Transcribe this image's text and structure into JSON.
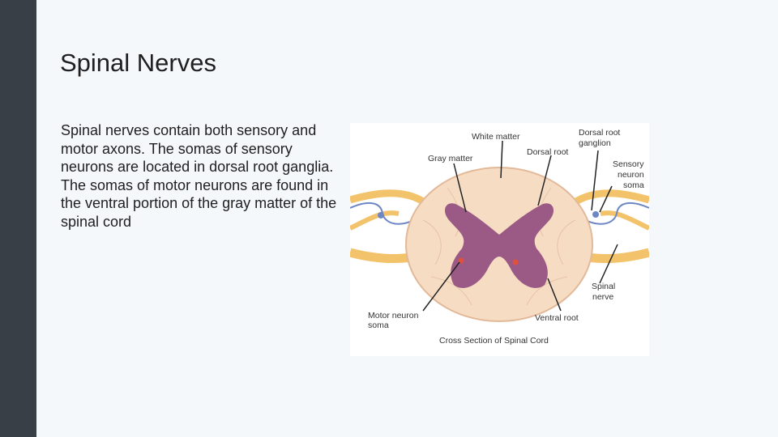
{
  "slide": {
    "title": "Spinal Nerves",
    "body": "Spinal nerves contain both sensory and motor axons. The somas of sensory neurons are located in dorsal root ganglia. The somas of motor neurons are found in the ventral portion of the gray matter of the spinal cord"
  },
  "diagram": {
    "labels": {
      "white_matter": "White matter",
      "gray_matter": "Gray matter",
      "dorsal_root": "Dorsal root",
      "dorsal_root_ganglion_1": "Dorsal root",
      "dorsal_root_ganglion_2": "ganglion",
      "sensory_1": "Sensory",
      "sensory_2": "neuron",
      "sensory_3": "soma",
      "spinal_nerve_1": "Spinal",
      "spinal_nerve_2": "nerve",
      "ventral_root": "Ventral root",
      "motor_1": "Motor neuron",
      "motor_2": "soma",
      "caption": "Cross Section of Spinal Cord"
    },
    "colors": {
      "sidebar": "#383f47",
      "background": "#f4f8fb",
      "white_matter": "#f7dcc4",
      "gray_matter": "#9b5a85",
      "nerve": "#f2c36a",
      "sensory_axon": "#6f86c4",
      "motor_soma": "#e0503c"
    }
  }
}
